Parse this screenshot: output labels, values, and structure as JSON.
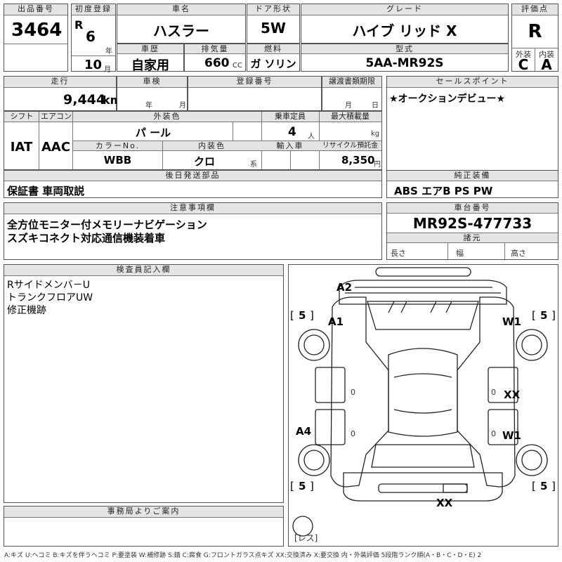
{
  "header": {
    "lot_label": "出品番号",
    "lot_no": "3464",
    "first_reg_label": "初度登録",
    "era": "R",
    "year": "6",
    "year_unit": "年",
    "month": "10",
    "month_unit": "月",
    "car_name_label": "車名",
    "car_name": "ハスラー",
    "door_label": "ドア形状",
    "door": "5W",
    "grade_label": "グレード",
    "grade": "ハイブ リッド X",
    "score_label": "評価点",
    "score": "R",
    "history_label": "車歴",
    "history": "自家用",
    "displacement_label": "排気量",
    "displacement": "660",
    "cc_unit": "CC",
    "fuel_label": "燃料",
    "fuel": "ガ ソリン",
    "model_label": "型式",
    "model": "5AA-MR92S",
    "ext_label": "外装",
    "ext_grade": "C",
    "int_label": "内装",
    "int_grade": "A"
  },
  "row2": {
    "mileage_label": "走行",
    "mileage": "9,444",
    "km": "km",
    "inspection_label": "車検",
    "insp_year_unit": "年",
    "insp_month_unit": "月",
    "reg_no_label": "登録番号",
    "deadline_label": "譲渡書類期限",
    "deadline_month_unit": "月",
    "deadline_day_unit": "日",
    "sales_label": "セールスポイント",
    "sales_point": "★オークションデビュー★"
  },
  "row3": {
    "shift_label": "シフト",
    "shift": "IAT",
    "ac_label": "エアコン",
    "ac": "AAC",
    "color_label": "外装色",
    "color": "パ ール",
    "capacity_label": "乗車定員",
    "capacity": "4",
    "capacity_unit": "人",
    "load_label": "最大積載量",
    "load_unit": "kg",
    "color_no_label": "カラーNo.",
    "color_no": "WBB",
    "int_color_label": "内装色",
    "int_color": "クロ",
    "int_color_unit": "系",
    "import_label": "輸入車",
    "recycle_label": "リサイクル預託金",
    "recycle": "8,350",
    "recycle_unit": "円"
  },
  "row4": {
    "parts_label": "後日発送部品",
    "parts": "保証書 車両取説",
    "equip_label": "純正装備",
    "equip": "ABS エアB PS PW"
  },
  "row5": {
    "notes_label": "注意事項欄",
    "notes_line1": "全方位モニター付メモリーナビゲーション",
    "notes_line2": "スズキコネクト対応通信機装着車",
    "chassis_label": "車台番号",
    "chassis": "MR92S-477733",
    "spec_label": "諸元",
    "length_label": "長さ",
    "width_label": "幅",
    "height_label": "高さ"
  },
  "inspector": {
    "label": "検査員記入欄",
    "line1": "Rサイドメンバ－U",
    "line2": "トランクフロアUW",
    "line3": "修正機跡"
  },
  "office": {
    "label": "事務局よりご案内"
  },
  "diagram": {
    "a2": "A2",
    "a1": "A1",
    "w1_front": "W1",
    "a4": "A4",
    "w1_rear": "W1",
    "xx_right": "XX",
    "xx_bottom": "XX",
    "tire_fl": "5",
    "tire_fr": "5",
    "tire_rl": "5",
    "tire_rr": "5",
    "bracket_open": "[",
    "bracket_close": "]",
    "zero_left_top": "0",
    "zero_right_top": "0",
    "zero_left_bottom": "0",
    "zero_right_bottom": "0",
    "spare": "[レス]"
  },
  "legend": "A:キズ U:ヘコミ B:キズを伴うヘコミ P:要塗装 W:補修跡 S:錆 C:腐食 G:フロントガラス点キズ XX:交換済み X:要交換 内・外装評価 5段階ランク順(A・B・C・D・E) 2"
}
